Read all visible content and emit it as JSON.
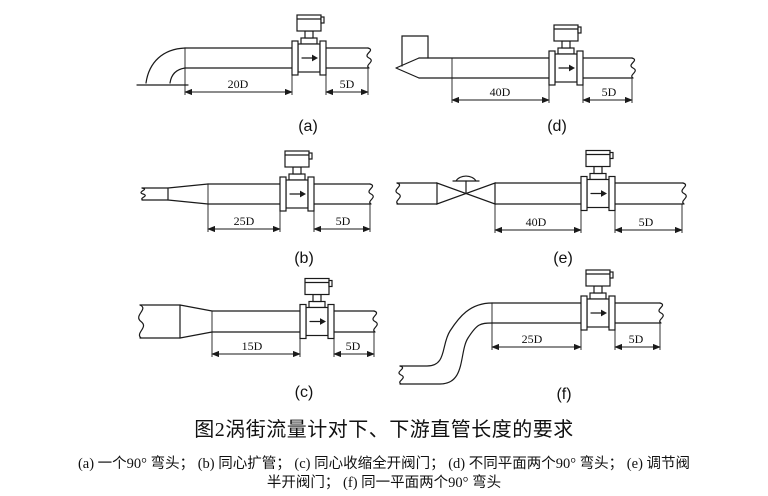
{
  "figure": {
    "title": "图2涡街流量计对下、下游直管长度的要求",
    "caption_line1": "(a) 一个90° 弯头； (b) 同心扩管； (c) 同心收缩全开阀门； (d) 不同平面两个90° 弯头； (e) 调节阀",
    "caption_line2": "半开阀门； (f) 同一平面两个90° 弯头"
  },
  "diagrams": [
    {
      "id": "a",
      "label": "(a)",
      "upstream": "20D",
      "downstream": "5D",
      "inlet": "single-90-degree-elbow"
    },
    {
      "id": "b",
      "label": "(b)",
      "upstream": "25D",
      "downstream": "5D",
      "inlet": "concentric-expander"
    },
    {
      "id": "c",
      "label": "(c)",
      "upstream": "15D",
      "downstream": "5D",
      "inlet": "concentric-reducer-full-open-valve"
    },
    {
      "id": "d",
      "label": "(d)",
      "upstream": "40D",
      "downstream": "5D",
      "inlet": "two-90-degree-elbows-different-planes"
    },
    {
      "id": "e",
      "label": "(e)",
      "upstream": "40D",
      "downstream": "5D",
      "inlet": "regulating-valve-half-open"
    },
    {
      "id": "f",
      "label": "(f)",
      "upstream": "25D",
      "downstream": "5D",
      "inlet": "two-90-degree-elbows-same-plane"
    }
  ],
  "colors": {
    "line": "#1a1a1a",
    "background": "#ffffff"
  }
}
